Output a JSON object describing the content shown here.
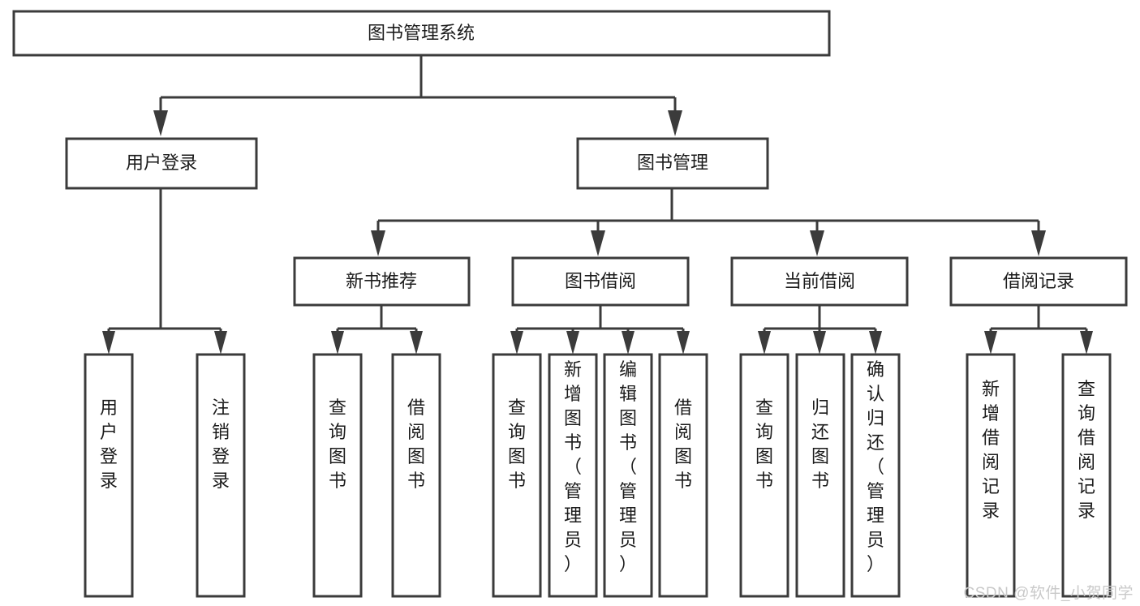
{
  "diagram": {
    "type": "tree",
    "title": "图书管理系统",
    "orientation": "top-down",
    "background_color": "#ffffff",
    "box_stroke_color": "#3b3b3b",
    "box_fill_color": "#ffffff",
    "text_color": "#1b1b1b",
    "levels": [
      {
        "level": 0,
        "nodes": [
          {
            "id": "root",
            "label": "图书管理系统",
            "text_orientation": "horizontal"
          }
        ]
      },
      {
        "level": 1,
        "nodes": [
          {
            "id": "user-login",
            "label": "用户登录",
            "text_orientation": "horizontal",
            "parent": "root"
          },
          {
            "id": "book-admin",
            "label": "图书管理",
            "text_orientation": "horizontal",
            "parent": "root"
          }
        ]
      },
      {
        "level": 2,
        "nodes": [
          {
            "id": "new-book-rec",
            "label": "新书推荐",
            "text_orientation": "horizontal",
            "parent": "book-admin"
          },
          {
            "id": "book-borrow",
            "label": "图书借阅",
            "text_orientation": "horizontal",
            "parent": "book-admin"
          },
          {
            "id": "current-borrow",
            "label": "当前借阅",
            "text_orientation": "horizontal",
            "parent": "book-admin"
          },
          {
            "id": "borrow-record",
            "label": "借阅记录",
            "text_orientation": "horizontal",
            "parent": "book-admin"
          }
        ]
      },
      {
        "level": 3,
        "nodes": [
          {
            "id": "leaf-user-login",
            "label": "用户登录",
            "text_orientation": "vertical",
            "parent": "user-login"
          },
          {
            "id": "leaf-logout",
            "label": "注销登录",
            "text_orientation": "vertical",
            "parent": "user-login"
          },
          {
            "id": "leaf-query-book-1",
            "label": "查询图书",
            "text_orientation": "vertical",
            "parent": "new-book-rec"
          },
          {
            "id": "leaf-borrow-book-1",
            "label": "借阅图书",
            "text_orientation": "vertical",
            "parent": "new-book-rec"
          },
          {
            "id": "leaf-query-book-2",
            "label": "查询图书",
            "text_orientation": "vertical",
            "parent": "book-borrow"
          },
          {
            "id": "leaf-add-book",
            "label": "新增图书（管理员）",
            "text_orientation": "vertical",
            "parent": "book-borrow"
          },
          {
            "id": "leaf-edit-book",
            "label": "编辑图书（管理员）",
            "text_orientation": "vertical",
            "parent": "book-borrow"
          },
          {
            "id": "leaf-borrow-book-2",
            "label": "借阅图书",
            "text_orientation": "vertical",
            "parent": "book-borrow"
          },
          {
            "id": "leaf-query-book-3",
            "label": "查询图书",
            "text_orientation": "vertical",
            "parent": "current-borrow"
          },
          {
            "id": "leaf-return-book",
            "label": "归还图书",
            "text_orientation": "vertical",
            "parent": "current-borrow"
          },
          {
            "id": "leaf-confirm-return",
            "label": "确认归还（管理员）",
            "text_orientation": "vertical",
            "parent": "current-borrow"
          },
          {
            "id": "leaf-add-record",
            "label": "新增借阅记录",
            "text_orientation": "vertical",
            "parent": "borrow-record"
          },
          {
            "id": "leaf-query-record",
            "label": "查询借阅记录",
            "text_orientation": "vertical",
            "parent": "borrow-record"
          }
        ]
      }
    ]
  },
  "watermark": {
    "text": "CSDN @软件_小贺同学"
  }
}
